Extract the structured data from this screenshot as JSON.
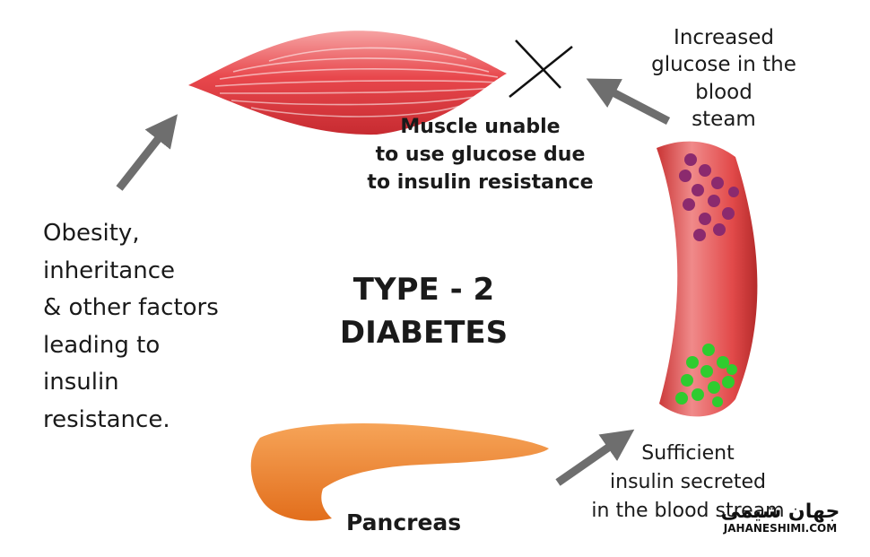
{
  "title": "TYPE - 2\nDIABETES",
  "labels": {
    "muscle": "Muscle unable\nto use glucose due\nto insulin resistance",
    "glucose": "Increased\nglucose in the\nblood\nsteam",
    "obesity": "Obesity,\ninheritance\n& other factors\nleading to\ninsulin\nresistance.",
    "pancreas": "Pancreas",
    "insulin": "Sufficient\ninsulin secreted\nin the blood stream"
  },
  "watermark": {
    "arabic": "جهان شیمی",
    "site": "JAHANESHIMI.COM"
  },
  "colors": {
    "muscle": "#e8474c",
    "vessel": "#e24a4a",
    "pancreas": "#f07f2a",
    "glucose_cells": "#8b2a6e",
    "insulin_cells": "#2fcc2f",
    "arrow": "#6e6e6e"
  }
}
